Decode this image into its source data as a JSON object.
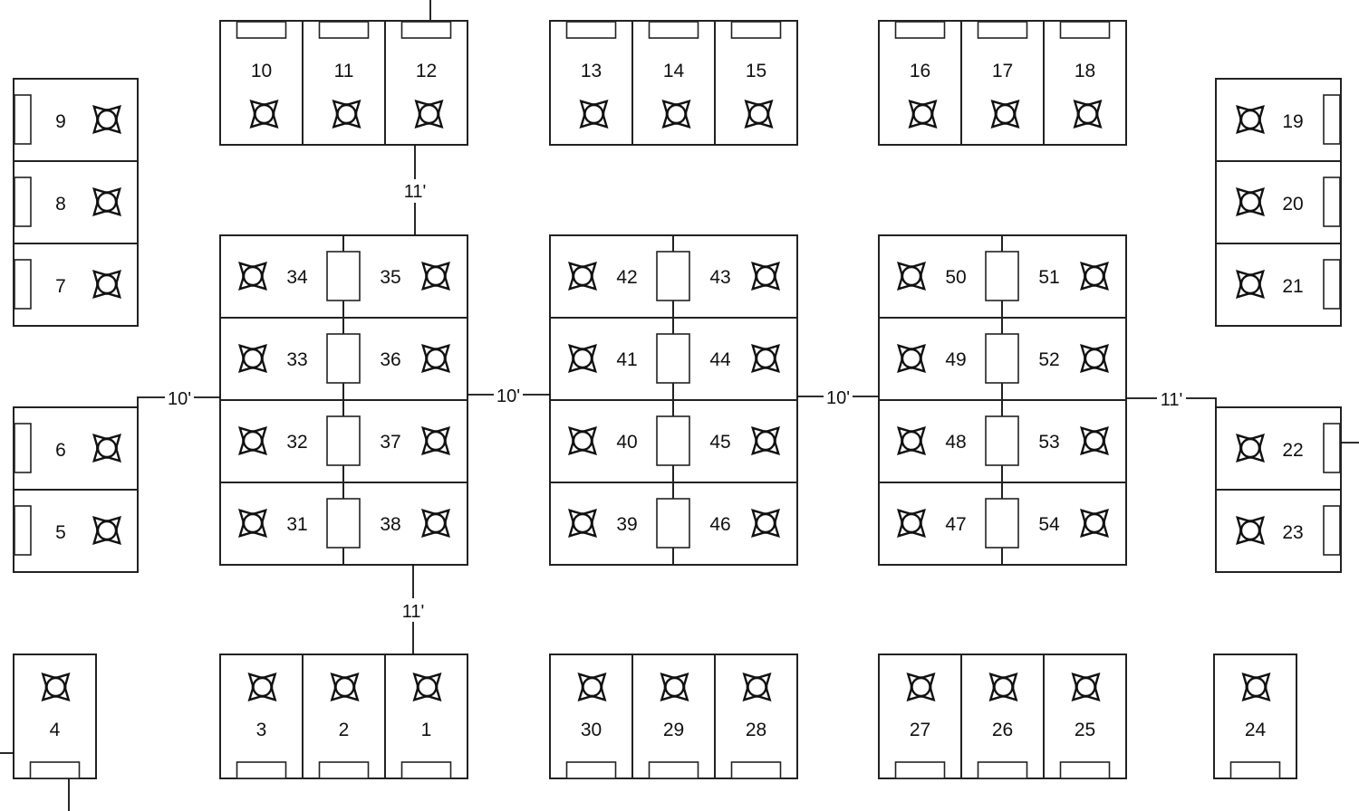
{
  "floor_plan": {
    "booths": [
      "1",
      "2",
      "3",
      "4",
      "5",
      "6",
      "7",
      "8",
      "9",
      "10",
      "11",
      "12",
      "13",
      "14",
      "15",
      "16",
      "17",
      "18",
      "19",
      "20",
      "21",
      "22",
      "23",
      "24",
      "25",
      "26",
      "27",
      "28",
      "29",
      "30",
      "31",
      "32",
      "33",
      "34",
      "35",
      "36",
      "37",
      "38",
      "39",
      "40",
      "41",
      "42",
      "43",
      "44",
      "45",
      "46",
      "47",
      "48",
      "49",
      "50",
      "51",
      "52",
      "53",
      "54"
    ],
    "dimensions": {
      "top_aisle": "11'",
      "bottom_aisle": "11'",
      "left_aisle": "10'",
      "center_left_aisle": "10'",
      "center_right_aisle": "10'",
      "right_aisle": "11'"
    },
    "colors": {
      "line": "#222222",
      "background": "#ffffff"
    },
    "icons": {
      "seat": "chair-icon",
      "table": "table-icon"
    }
  }
}
